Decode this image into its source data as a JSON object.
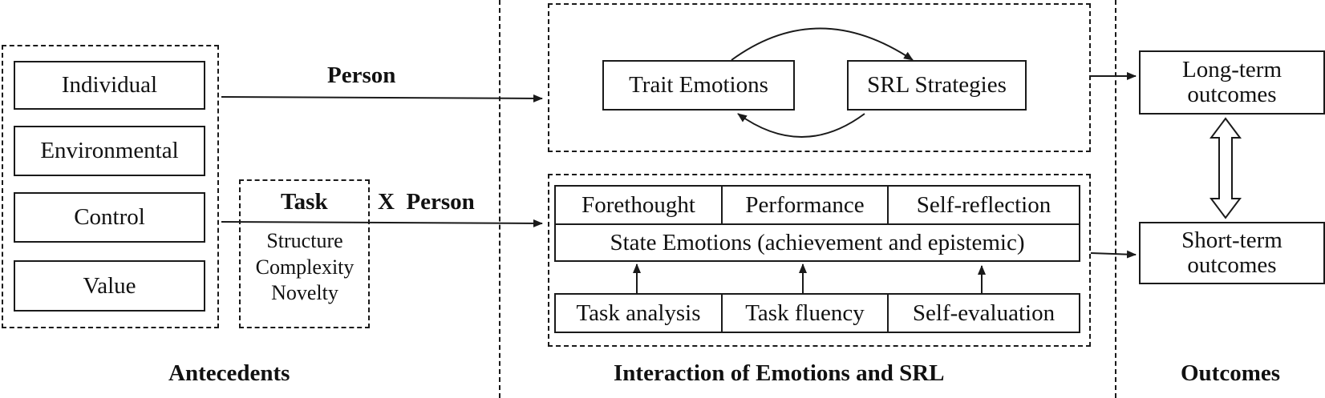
{
  "antecedents": {
    "items": [
      "Individual",
      "Environmental",
      "Control",
      "Value"
    ],
    "label": "Antecedents"
  },
  "task": {
    "title": "Task",
    "features": [
      "Structure",
      "Complexity",
      "Novelty"
    ]
  },
  "arrows": {
    "person_label": "Person",
    "x_person_label": "X  Person"
  },
  "interaction": {
    "label": "Interaction of Emotions and SRL",
    "trait": {
      "left": "Trait Emotions",
      "right": "SRL Strategies"
    },
    "phases": [
      "Forethought",
      "Performance",
      "Self-reflection"
    ],
    "state_emotions": "State Emotions (achievement and epistemic)",
    "processes": [
      "Task analysis",
      "Task fluency",
      "Self-evaluation"
    ]
  },
  "outcomes": {
    "label": "Outcomes",
    "long_term": [
      "Long-term",
      "outcomes"
    ],
    "short_term": [
      "Short-term",
      "outcomes"
    ]
  }
}
